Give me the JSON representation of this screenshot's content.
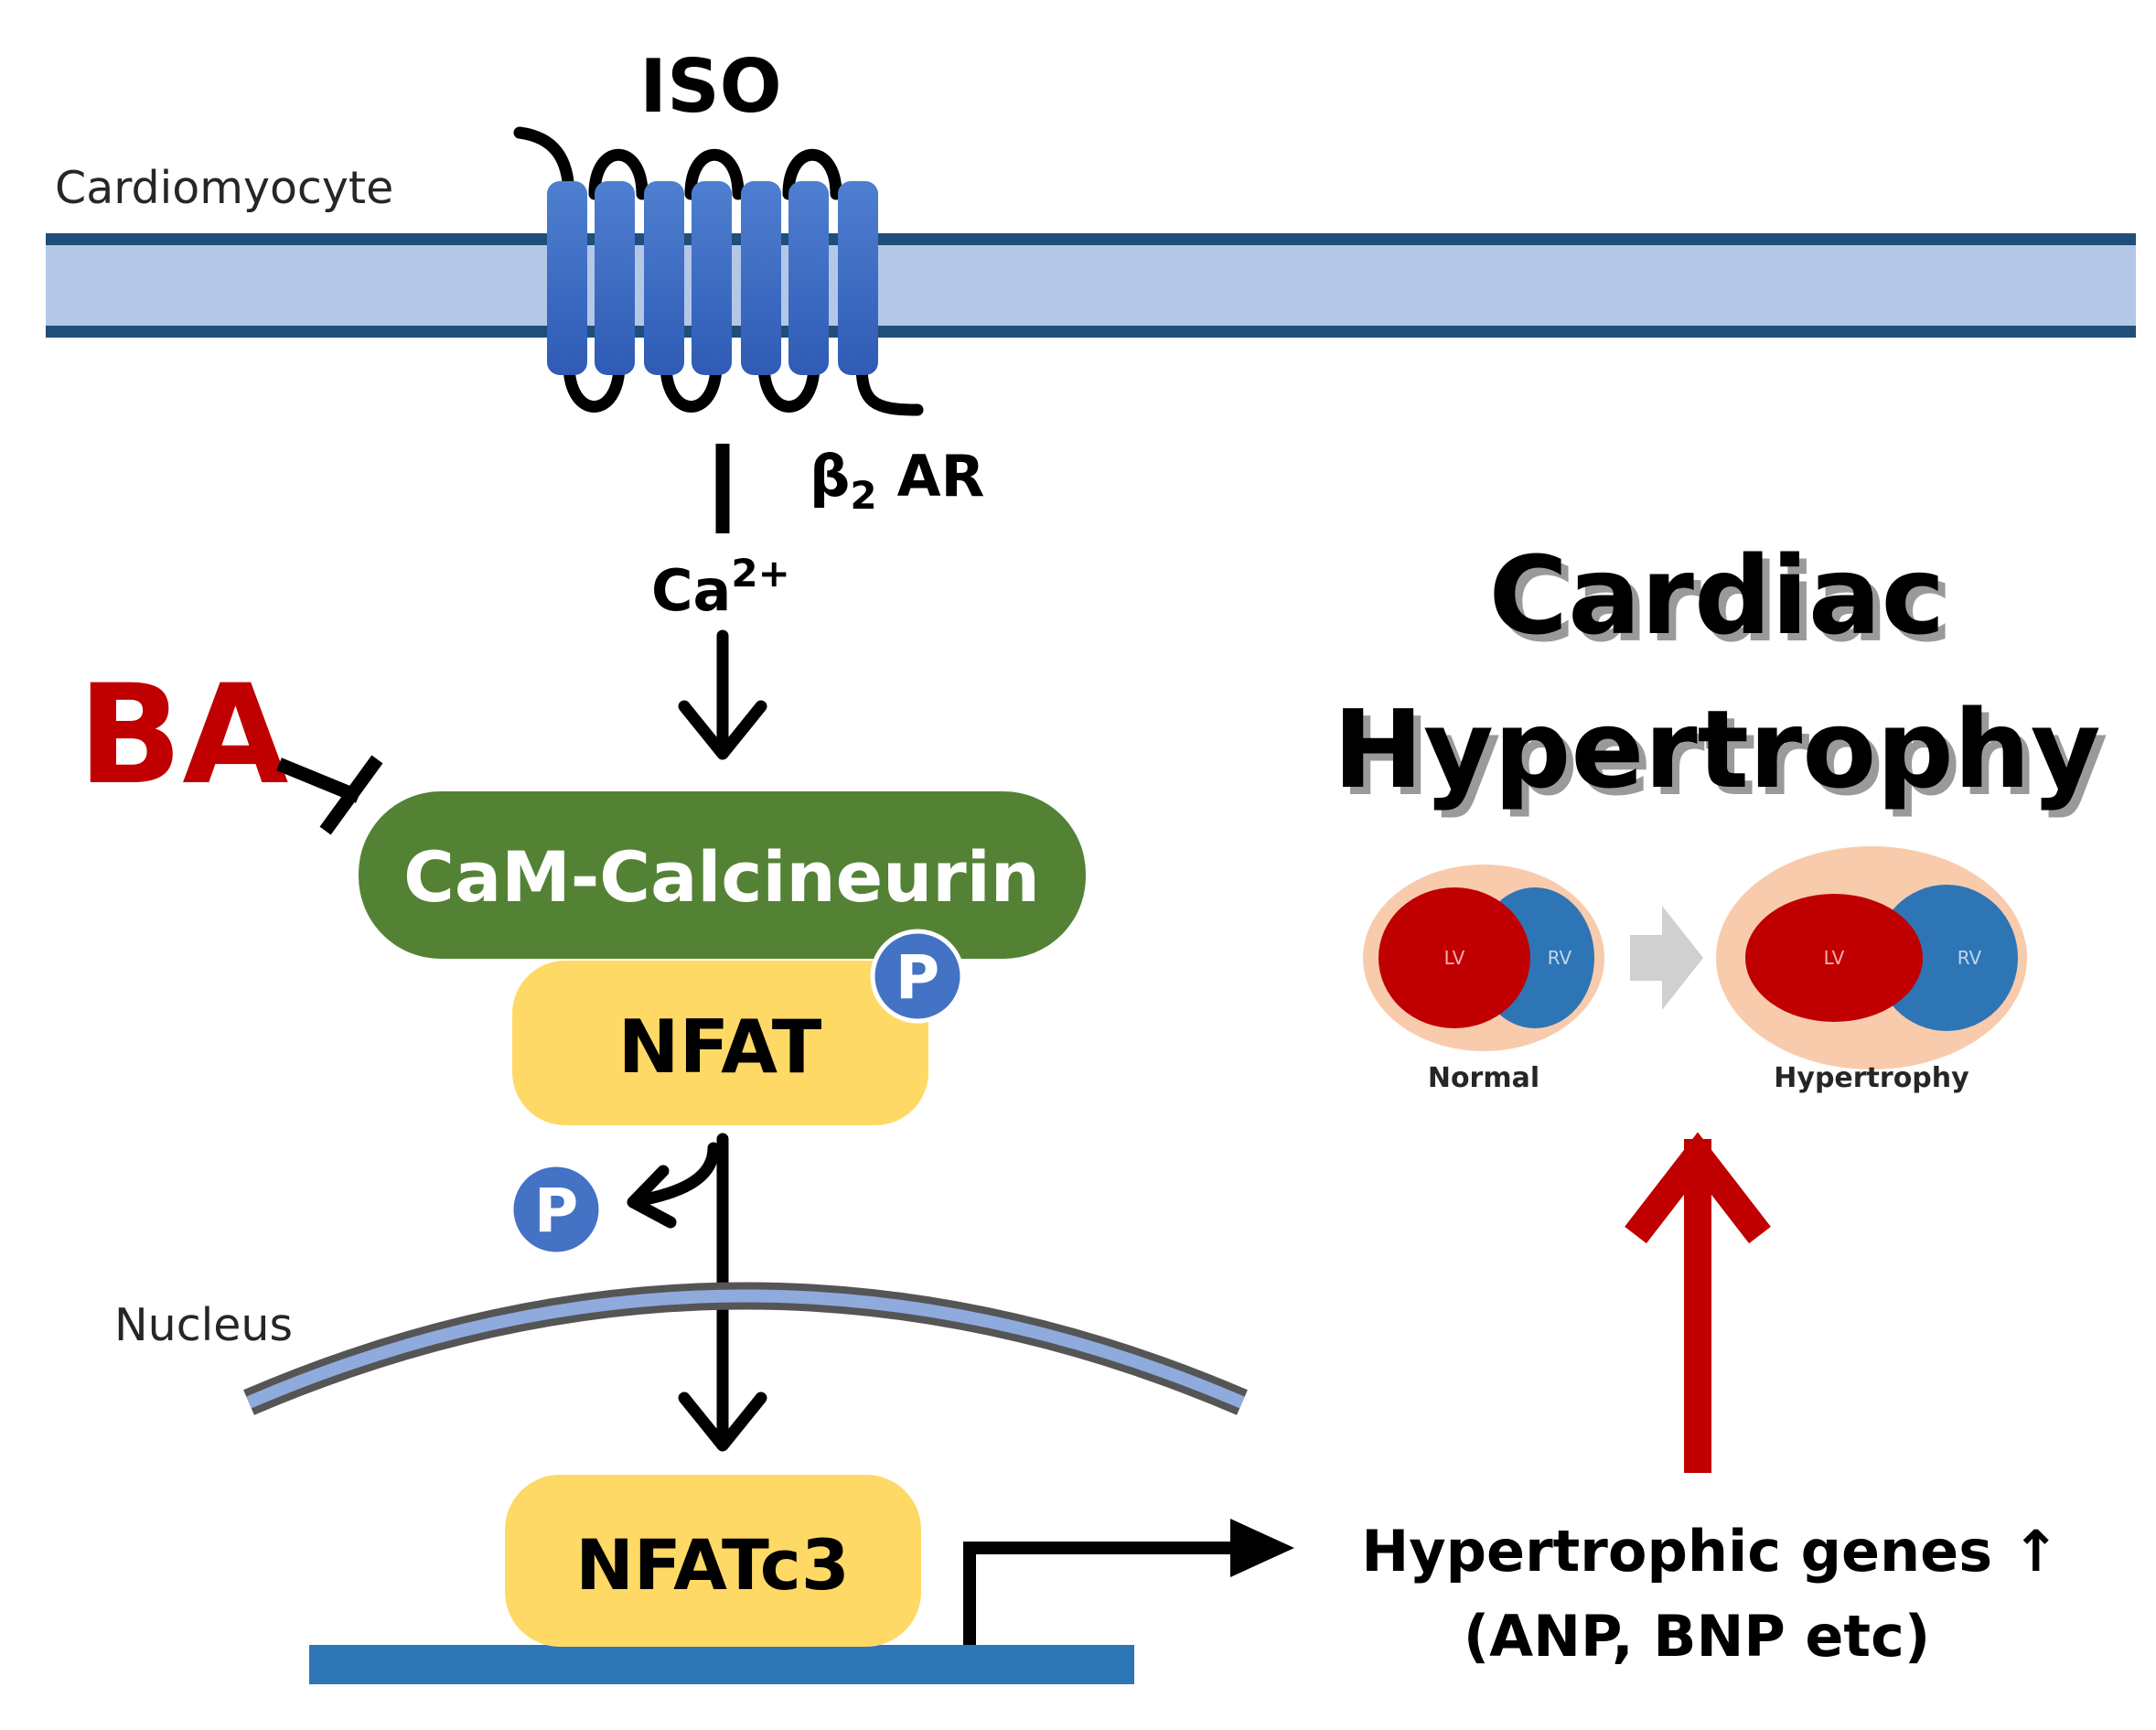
{
  "labels": {
    "ligand": "ISO",
    "cell": "Cardiomyocyte",
    "receptor_prefix": "β",
    "receptor_sub": "2",
    "receptor_suffix": "AR",
    "ion": "Ca",
    "ion_charge": "2+",
    "inhibitor": "BA",
    "complex": "CaM-Calcineurin",
    "nfat": "NFAT",
    "phospho": "P",
    "nucleus": "Nucleus",
    "nfatc3": "NFATc3",
    "outcome_line1": "Cardiac",
    "outcome_line2": "Hypertrophy",
    "genes_line1": "Hypertrophic genes ↑",
    "genes_line2": "(ANP, BNP etc)"
  },
  "hearts": {
    "normal": {
      "caption": "Normal",
      "lv": "LV",
      "rv": "RV"
    },
    "hypertrophy": {
      "caption": "Hypertrophy",
      "lv": "LV",
      "rv": "RV"
    }
  },
  "colors": {
    "membrane_fill": "#b4c7e7",
    "membrane_edge": "#1f4e79",
    "receptor": "#4472c4",
    "calcineurin": "#548235",
    "nfat": "#ffd966",
    "phospho": "#4472c4",
    "inhibitor": "#c00000",
    "red_arrow": "#c00000",
    "dna": "#2e75b6",
    "heart_outer": "#f8cbad",
    "lv": "#c00000",
    "rv": "#2e75b6"
  }
}
